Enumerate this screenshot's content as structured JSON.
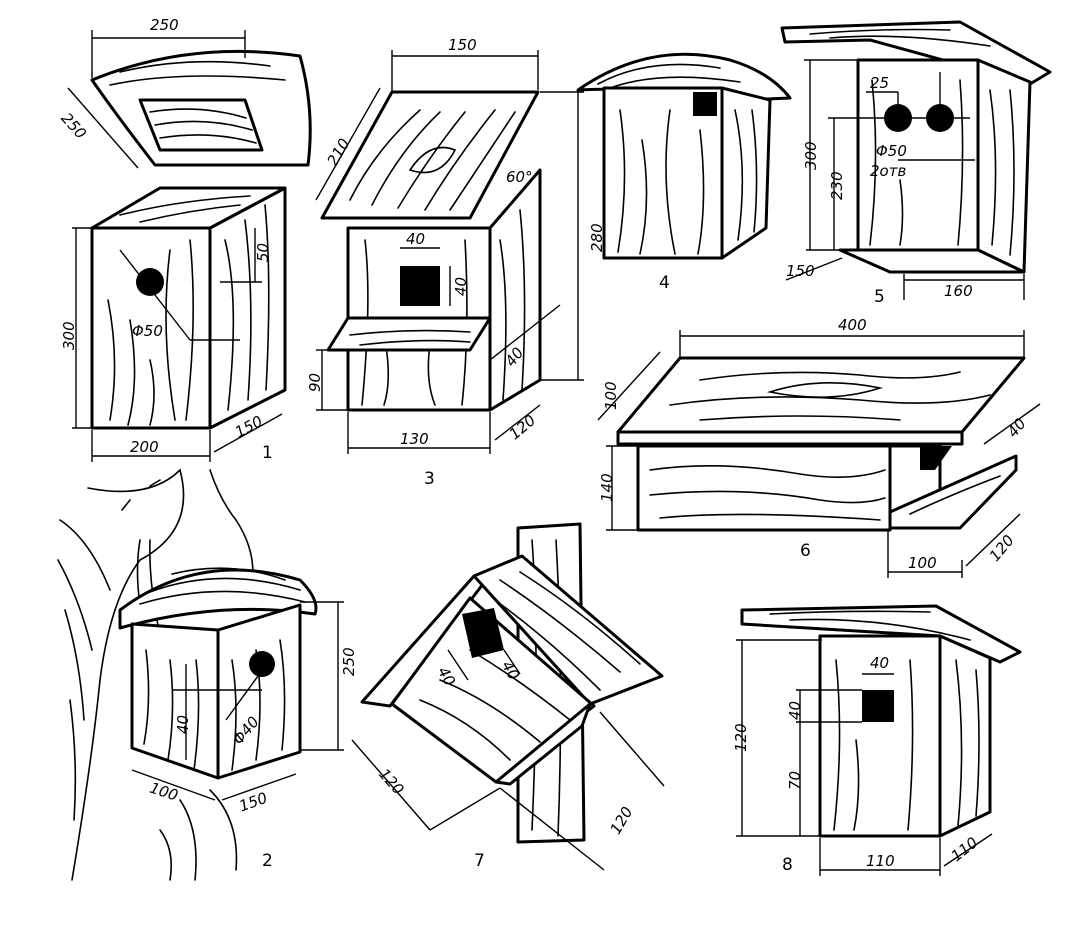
{
  "figures": [
    {
      "number": "1",
      "dims": {
        "top_width": "250",
        "top_depth": "250",
        "height": "300",
        "hole_offset": "50",
        "hole_diameter": "Φ50",
        "width": "200",
        "depth": "150"
      }
    },
    {
      "number": "2",
      "dims": {
        "height": "250",
        "hole_diameter": "Φ40",
        "hole_offset": "40",
        "width": "100",
        "depth": "150"
      }
    },
    {
      "number": "3",
      "dims": {
        "roof_width": "150",
        "roof_depth": "210",
        "angle": "60°",
        "total_height": "280",
        "hole_width": "40",
        "hole_height": "40",
        "perch_width": "40",
        "base_height": "90",
        "width": "130",
        "depth": "120"
      }
    },
    {
      "number": "4",
      "dims": {}
    },
    {
      "number": "5",
      "dims": {
        "hole_spacing": "25",
        "height": "300",
        "hole_height": "230",
        "hole_diameter": "Φ50",
        "hole_count": "2отв",
        "depth": "150",
        "width": "160"
      }
    },
    {
      "number": "6",
      "dims": {
        "length": "400",
        "roof_depth": "100",
        "height": "140",
        "perch_width": "40",
        "perch_length": "100",
        "perch_depth": "120"
      }
    },
    {
      "number": "7",
      "dims": {
        "hole_a": "40",
        "hole_b": "40",
        "side_a": "120",
        "side_b": "120"
      }
    },
    {
      "number": "8",
      "dims": {
        "hole_width": "40",
        "hole_height": "40",
        "height": "120",
        "hole_offset": "70",
        "width": "110",
        "depth": "110"
      }
    }
  ]
}
